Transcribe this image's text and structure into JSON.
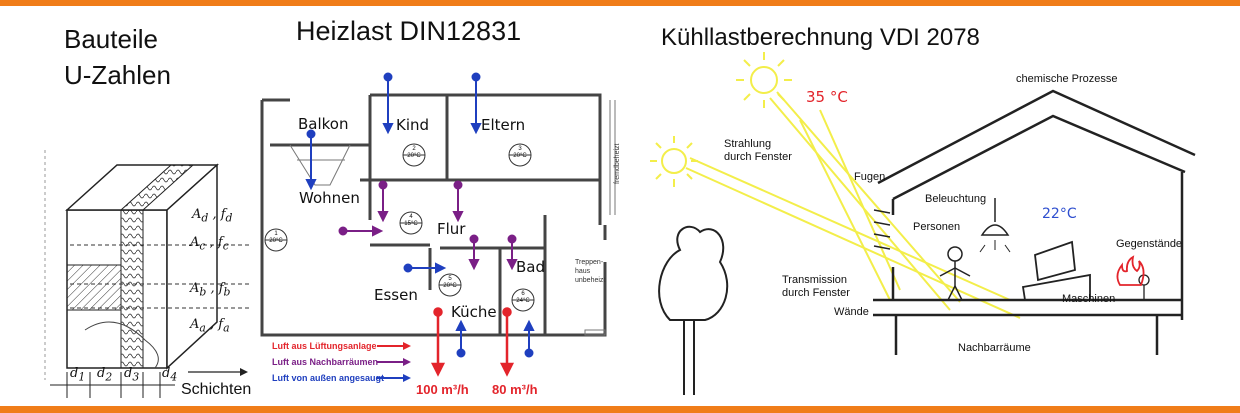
{
  "colors": {
    "accent_bar": "#f07d19",
    "supply": "#e3242b",
    "neighbor": "#7a1f86",
    "outside": "#1f3fbf",
    "sun": "#f3ee4a",
    "temp_hot": "#e3242b",
    "temp_room": "#2f4fcf"
  },
  "section1": {
    "title_line1": "Bauteile",
    "title_line2": "U-Zahlen",
    "layers": [
      {
        "a": "A",
        "a_sub": "d",
        "f": "f",
        "f_sub": "d"
      },
      {
        "a": "A",
        "a_sub": "c",
        "f": "f",
        "f_sub": "c"
      },
      {
        "a": "A",
        "a_sub": "b",
        "f": "f",
        "f_sub": "b"
      },
      {
        "a": "A",
        "a_sub": "a",
        "f": "f",
        "f_sub": "a"
      }
    ],
    "thickness": [
      {
        "d": "d",
        "sub": "1"
      },
      {
        "d": "d",
        "sub": "2"
      },
      {
        "d": "d",
        "sub": "3"
      },
      {
        "d": "d",
        "sub": "4"
      }
    ],
    "schichten": "Schichten"
  },
  "section2": {
    "title": "Heizlast DIN12831",
    "rooms": [
      {
        "name": "Balkon"
      },
      {
        "name": "Kind",
        "num": "2",
        "temp": "20°C"
      },
      {
        "name": "Eltern",
        "num": "3",
        "temp": "20°C"
      },
      {
        "name": "Wohnen",
        "num": "1",
        "temp": "20°C"
      },
      {
        "name": "Flur",
        "num": "4",
        "temp": "15°C"
      },
      {
        "name": "Essen"
      },
      {
        "name": "Küche",
        "num": "5",
        "temp": "20°C"
      },
      {
        "name": "Bad",
        "num": "6",
        "temp": "24°C"
      }
    ],
    "side_label": "fremdbeheizt",
    "stair_line1": "Treppen-",
    "stair_line2": "haus",
    "stair_line3": "unbeheizt",
    "legend": [
      "Luft aus Lüftungsanlage",
      "Luft aus Nachbarräumen",
      "Luft von außen angesaugt"
    ],
    "rate1": "100 m³/h",
    "rate2": "80 m³/h"
  },
  "section3": {
    "title": "Kühllastberechnung VDI 2078",
    "temp_out": "35 °C",
    "temp_in": "22°C",
    "labels": {
      "chem": "chemische Prozesse",
      "strahlung1": "Strahlung",
      "strahlung2": "durch Fenster",
      "fugen": "Fugen",
      "beleuchtung": "Beleuchtung",
      "personen": "Personen",
      "gegenstaende": "Gegenstände",
      "trans1": "Transmission",
      "trans2": "durch Fenster",
      "waende": "Wände",
      "maschinen": "Maschinen",
      "nachbar": "Nachbarräume"
    }
  }
}
